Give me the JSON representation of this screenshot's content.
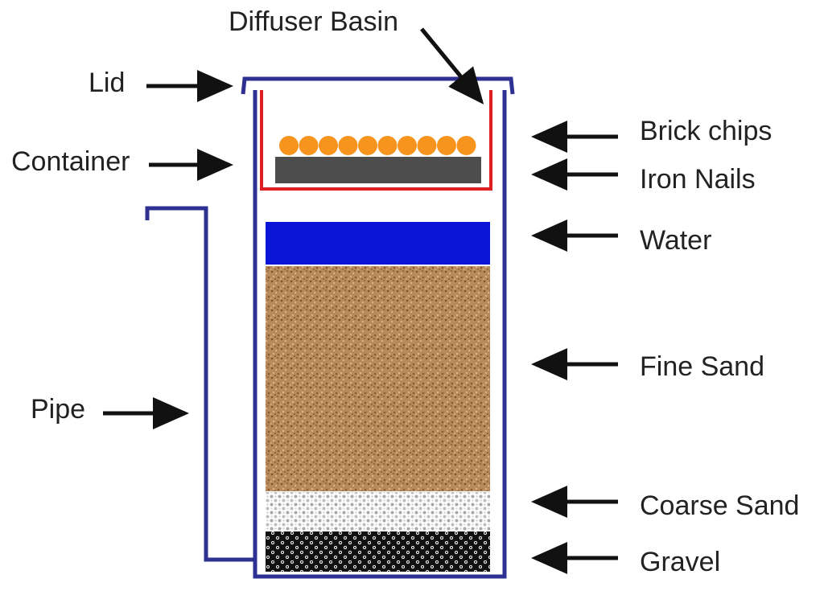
{
  "diagram": {
    "labels": {
      "diffuser_basin": "Diffuser Basin",
      "lid": "Lid",
      "container": "Container",
      "brick_chips": "Brick chips",
      "iron_nails": "Iron Nails",
      "water": "Water",
      "fine_sand": "Fine Sand",
      "pipe": "Pipe",
      "coarse_sand": "Coarse Sand",
      "gravel": "Gravel"
    },
    "colors": {
      "container_outline": "#2e3192",
      "diffuser_basin": "#e02020",
      "brick_chips": "#f7941d",
      "iron_nails": "#4d4d4d",
      "water": "#0a14d6",
      "fine_sand": "#b98a5a",
      "coarse_sand": "#d8d8d8",
      "gravel": "#111111",
      "arrows": "#111111"
    }
  }
}
